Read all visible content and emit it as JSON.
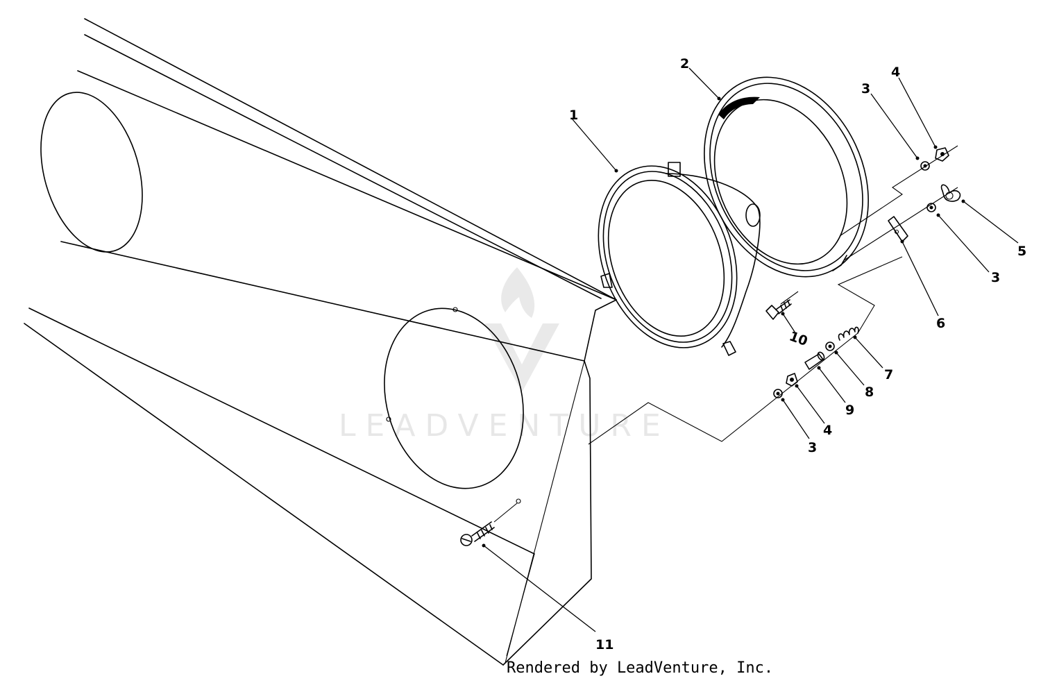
{
  "diagram": {
    "callouts": {
      "c1": "1",
      "c2": "2",
      "c3a": "3",
      "c4a": "4",
      "c5": "5",
      "c3b": "3",
      "c6": "6",
      "c10": "10",
      "c7": "7",
      "c8": "8",
      "c9": "9",
      "c4b": "4",
      "c3c": "3",
      "c11": "11"
    },
    "watermark": "LEADVENTURE",
    "footer": "Rendered by LeadVenture, Inc."
  }
}
